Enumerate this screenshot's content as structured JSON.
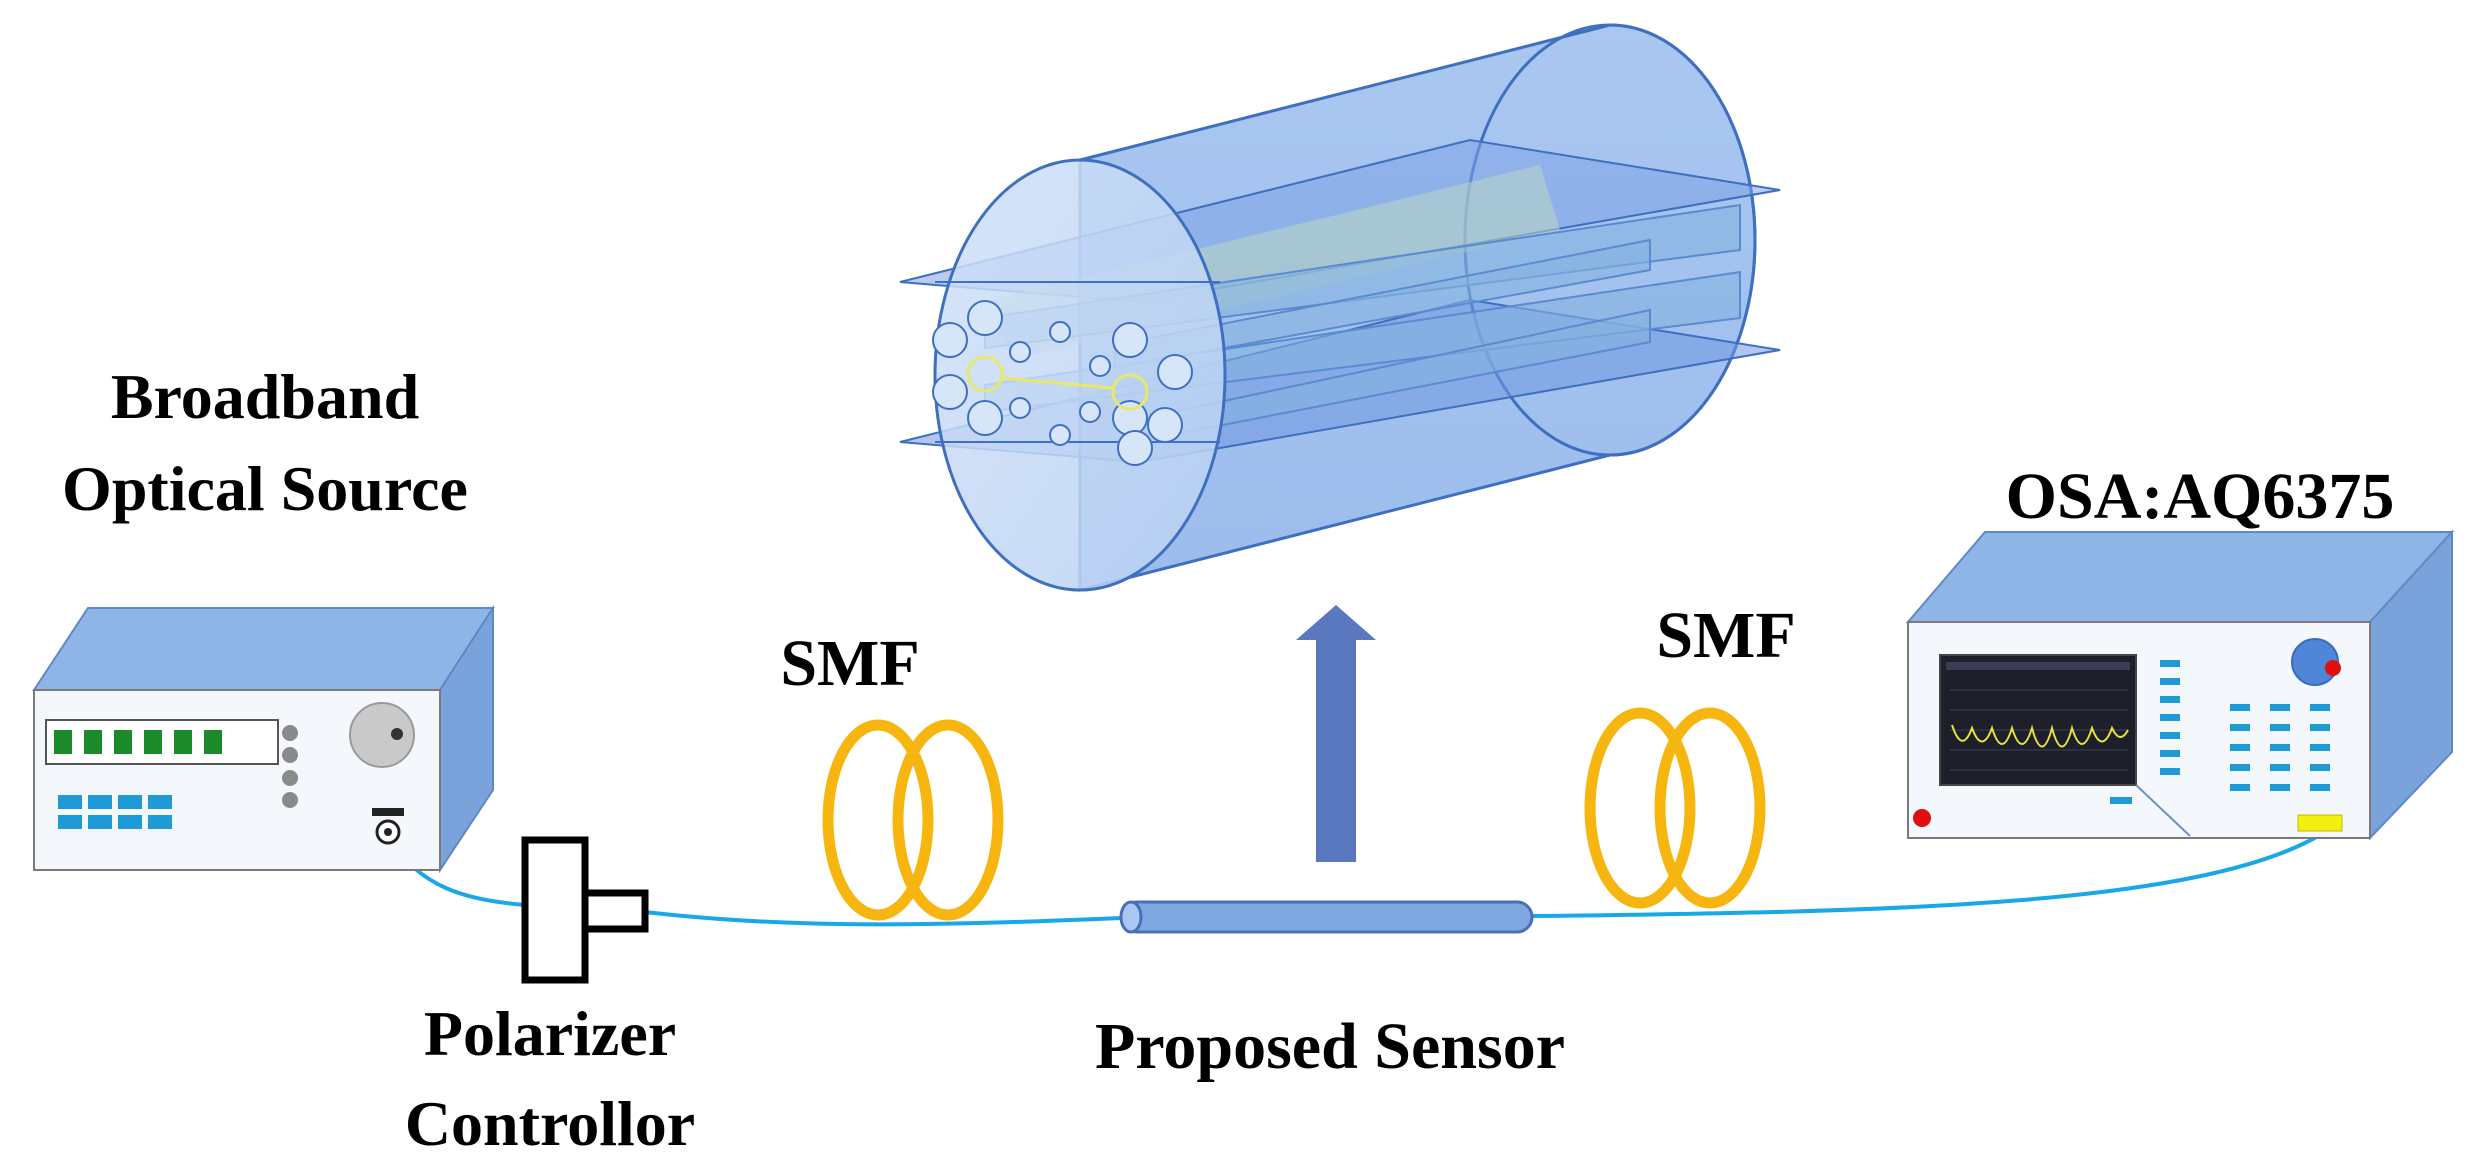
{
  "labels": {
    "source_line1": "Broadband",
    "source_line2": "Optical Source",
    "osa": "OSA:AQ6375",
    "smf_left": "SMF",
    "smf_right": "SMF",
    "polarizer_line1": "Polarizer",
    "polarizer_line2": "Controllor",
    "sensor": "Proposed Sensor"
  },
  "colors": {
    "fiber": "#1aa7e8",
    "coil": "#f6b60f",
    "device_front": "#f4f7fb",
    "device_top": "#8fb4e6",
    "device_side": "#7aa3dc",
    "arrow": "#5a78bf",
    "pcf_body": "#9fc1ee",
    "led_green": "#1a8a2a",
    "button_blue": "#1e9ad6",
    "indicator_red": "#e01010",
    "connector_yellow": "#f3f00f"
  }
}
